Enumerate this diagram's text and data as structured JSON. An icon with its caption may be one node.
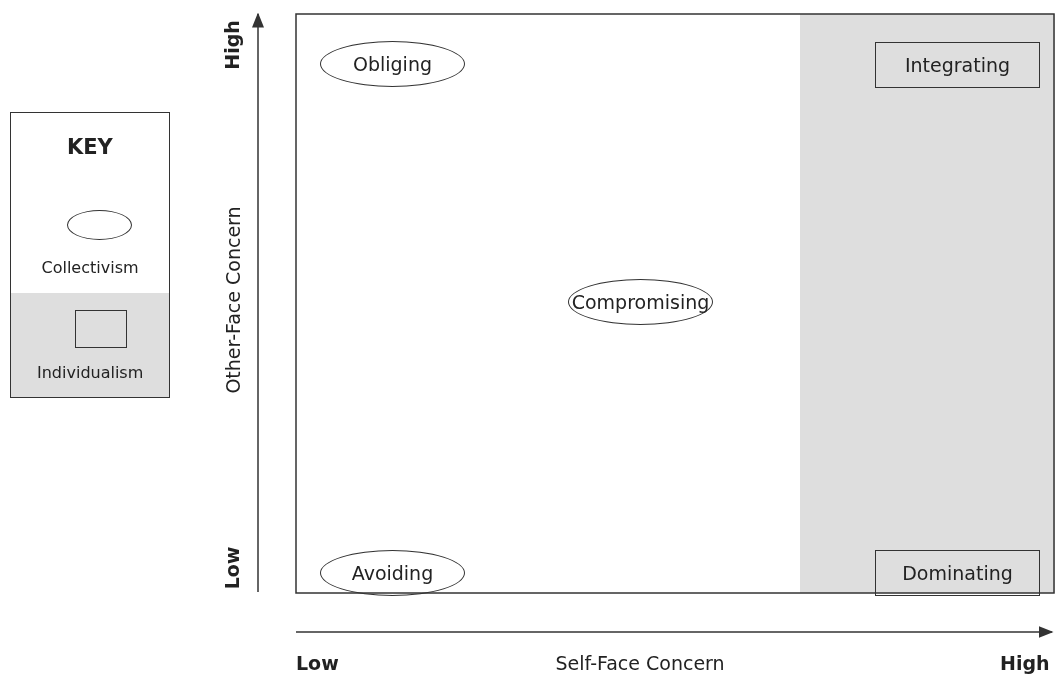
{
  "diagram": {
    "nodes": [
      {
        "text": [
          "Obliging"
        ]
      },
      {
        "text": [
          "Integrating"
        ]
      },
      {
        "text": [
          "Compromising"
        ]
      },
      {
        "text": [
          "Avoiding"
        ]
      },
      {
        "text": [
          "Dominating"
        ]
      }
    ],
    "labels": [
      "High",
      "KEY",
      "Other-Face Concern",
      "Low",
      "Low",
      "Self-Face Concern",
      "High"
    ],
    "legend": [
      {
        "text": "Collectivism"
      },
      {
        "text": "Individualism"
      }
    ]
  }
}
